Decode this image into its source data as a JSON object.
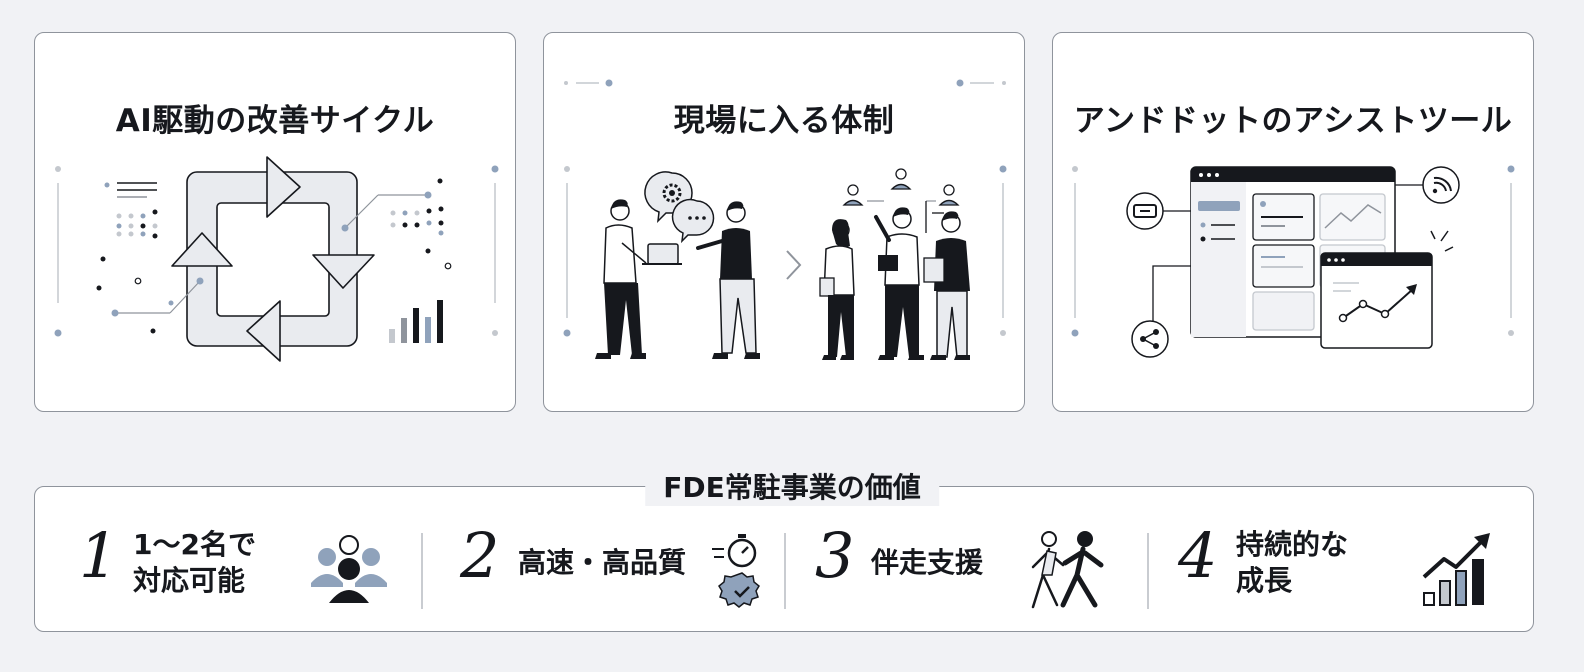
{
  "cards": [
    {
      "title": "AI駆動の改善サイクル",
      "illustration": "improvement-cycle"
    },
    {
      "title": "現場に入る体制",
      "illustration": "onsite-team"
    },
    {
      "title": "アンドドットのアシストツール",
      "illustration": "assist-tool-dashboard"
    }
  ],
  "values": {
    "title": "FDE常駐事業の価値",
    "items": [
      {
        "number": "1",
        "label": "1〜2名で\n対応可能",
        "icon": "team-icon"
      },
      {
        "number": "2",
        "label": "高速・高品質",
        "icon": "stopwatch-quality-icon"
      },
      {
        "number": "3",
        "label": "伴走支援",
        "icon": "walking-together-icon"
      },
      {
        "number": "4",
        "label": "持続的な\n成長",
        "icon": "growth-chart-icon"
      }
    ]
  },
  "colors": {
    "background": "#f1f2f5",
    "ink": "#16181d",
    "muted_blue": "#8fa2bb",
    "light_gray": "#e9ebef",
    "border": "#8f949c"
  }
}
